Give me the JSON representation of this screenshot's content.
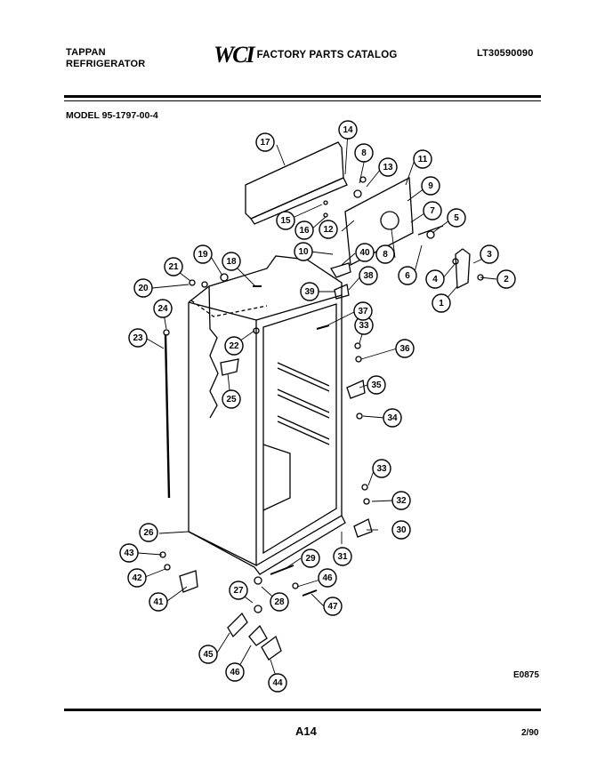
{
  "header": {
    "brand_line1": "TAPPAN",
    "brand_line2": "REFRIGERATOR",
    "logo": "WCI",
    "catalog_title": "FACTORY PARTS CATALOG",
    "catalog_number": "LT30590090"
  },
  "model_line": "MODEL 95-1797-00-4",
  "diagram_code": "E0875",
  "footer": {
    "page": "A14",
    "date": "2/90"
  },
  "callouts": [
    {
      "label": "1"
    },
    {
      "label": "2"
    },
    {
      "label": "3"
    },
    {
      "label": "4"
    },
    {
      "label": "5"
    },
    {
      "label": "6"
    },
    {
      "label": "7"
    },
    {
      "label": "8"
    },
    {
      "label": "8"
    },
    {
      "label": "9"
    },
    {
      "label": "10"
    },
    {
      "label": "11"
    },
    {
      "label": "12"
    },
    {
      "label": "13"
    },
    {
      "label": "14"
    },
    {
      "label": "15"
    },
    {
      "label": "16"
    },
    {
      "label": "17"
    },
    {
      "label": "18"
    },
    {
      "label": "19"
    },
    {
      "label": "20"
    },
    {
      "label": "21"
    },
    {
      "label": "22"
    },
    {
      "label": "23"
    },
    {
      "label": "24"
    },
    {
      "label": "25"
    },
    {
      "label": "26"
    },
    {
      "label": "27"
    },
    {
      "label": "28"
    },
    {
      "label": "29"
    },
    {
      "label": "30"
    },
    {
      "label": "31"
    },
    {
      "label": "32"
    },
    {
      "label": "33"
    },
    {
      "label": "33"
    },
    {
      "label": "34"
    },
    {
      "label": "35"
    },
    {
      "label": "36"
    },
    {
      "label": "37"
    },
    {
      "label": "38"
    },
    {
      "label": "39"
    },
    {
      "label": "40"
    },
    {
      "label": "41"
    },
    {
      "label": "42"
    },
    {
      "label": "43"
    },
    {
      "label": "44"
    },
    {
      "label": "45"
    },
    {
      "label": "46"
    },
    {
      "label": "46"
    },
    {
      "label": "47"
    }
  ]
}
